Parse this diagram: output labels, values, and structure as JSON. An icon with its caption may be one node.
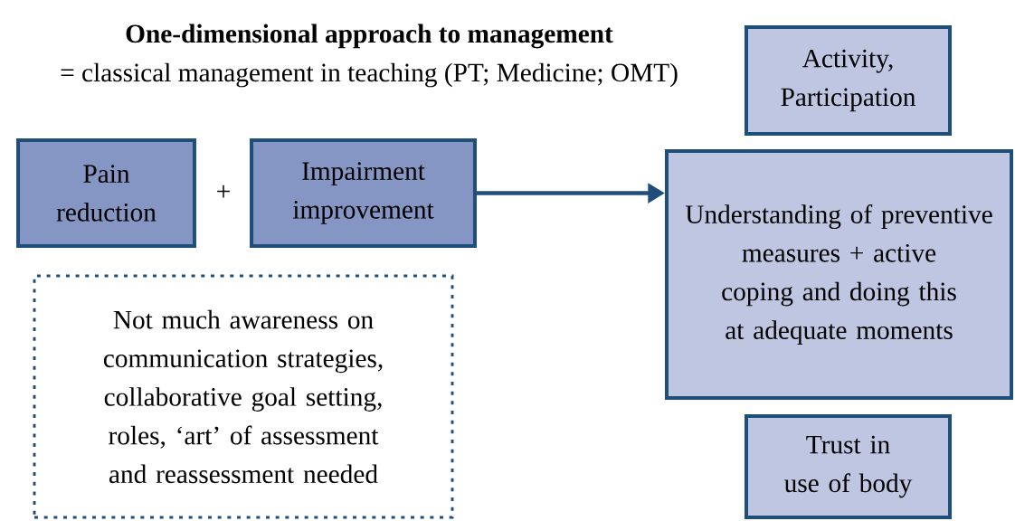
{
  "diagram": {
    "nodes": [
      {
        "text": [
          "Pain reduction"
        ]
      },
      {
        "text": [
          "Impairment improvement"
        ]
      },
      {
        "text": [
          "Activity, Participation"
        ]
      },
      {
        "text": [
          "Understanding of preventive measures + active coping and doing this at adequate moments"
        ]
      },
      {
        "text": [
          "Trust in use of body"
        ]
      },
      {
        "text": [
          "Not much awareness on communication strategies, collaborative goal setting, roles, ‘art’ of assessment and reassessment needed"
        ]
      }
    ],
    "edges": [
      {
        "from": 1,
        "to": 3,
        "arrow": "to"
      }
    ],
    "labels": [
      "One-dimensional approach to management",
      "= classical management in teaching (PT; Medicine; OMT)",
      "+"
    ]
  }
}
